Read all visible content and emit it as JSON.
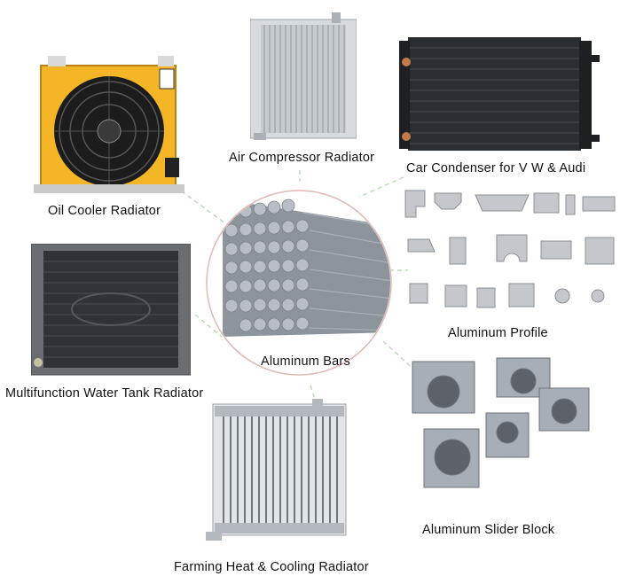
{
  "labels": {
    "oil_cooler": "Oil Cooler Radiator",
    "air_compressor": "Air Compressor Radiator",
    "car_condenser": "Car Condenser for V W & Audi",
    "aluminum_bars": "Aluminum Bars",
    "aluminum_profile": "Aluminum Profile",
    "multifunction": "Multifunction Water Tank Radiator",
    "slider_block": "Aluminum Slider Block",
    "farming": "Farming Heat & Cooling Radiator"
  },
  "colors": {
    "connector_line": "#b6dcb2",
    "center_circle": "#e2b8b2",
    "oil_cooler_body": "#f4b526",
    "aluminum": "#b9bec6",
    "dark_core": "#2a2d31"
  }
}
